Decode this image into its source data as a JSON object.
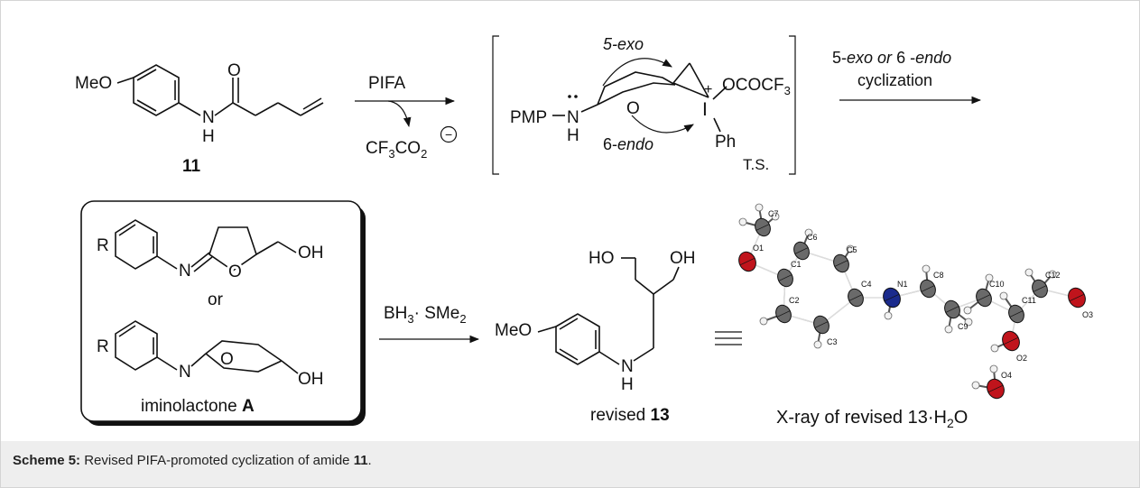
{
  "caption": {
    "label": "Scheme 5:",
    "text_before": "Revised PIFA-promoted cyclization of amide ",
    "compound": "11",
    "text_after": "."
  },
  "top_row": {
    "start": {
      "substituent": "MeO",
      "carbonyl_o": "O",
      "nh_n": "N",
      "nh_h": "H",
      "number": "11"
    },
    "reagent": {
      "above": "PIFA",
      "byproduct_main": "CF",
      "byproduct_sub3": "3",
      "byproduct_co": "CO",
      "byproduct_sub2": "2",
      "charge": "−"
    },
    "ts": {
      "pmp": "PMP",
      "n": "N",
      "h": "H",
      "ring_o": "O",
      "iodine": "I",
      "plus": "+",
      "ligand_main": "OCOCF",
      "ligand_sub": "3",
      "ph": "Ph",
      "exo": "5-exo",
      "endo_num": "6-",
      "endo_word": "endo",
      "ts_label": "T.S."
    },
    "cyclization": {
      "line1_a": "5-",
      "line1_b": "exo",
      "line1_c": " or ",
      "line1_d": "6",
      "line1_e": " -",
      "line1_f": "endo",
      "line2": "cyclization"
    }
  },
  "bottom_row": {
    "box": {
      "r1": "R",
      "n1": "N",
      "o1": "O",
      "oh1": "OH",
      "or": "or",
      "r2": "R",
      "n2": "N",
      "o2": "O",
      "oh2": "OH",
      "label_main": "iminolactone ",
      "label_bold": "A"
    },
    "reduction": {
      "reagent_a": "BH",
      "reagent_sub": "3",
      "reagent_b": "· SMe",
      "reagent_sub2": "2"
    },
    "product": {
      "substituent": "MeO",
      "oh_a": "HO",
      "oh_b": "OH",
      "nh_n": "N",
      "nh_h": "H",
      "label_main": "revised ",
      "label_bold": "13"
    },
    "xray": {
      "atoms": [
        "C7",
        "O1",
        "C6",
        "C5",
        "C1",
        "C4",
        "N1",
        "C8",
        "C9",
        "C10",
        "C11",
        "C12",
        "O3",
        "O2",
        "C2",
        "C3",
        "O4"
      ],
      "label_main": "X-ray of revised 1",
      "label_3": "3",
      "label_dot": "·H",
      "label_sub": "2",
      "label_end": "O"
    },
    "colors": {
      "oxygen": "#c0141c",
      "nitrogen": "#1a2a8c",
      "carbon": "#6a6a6a",
      "hydrogen": "#f2f2f2"
    }
  }
}
